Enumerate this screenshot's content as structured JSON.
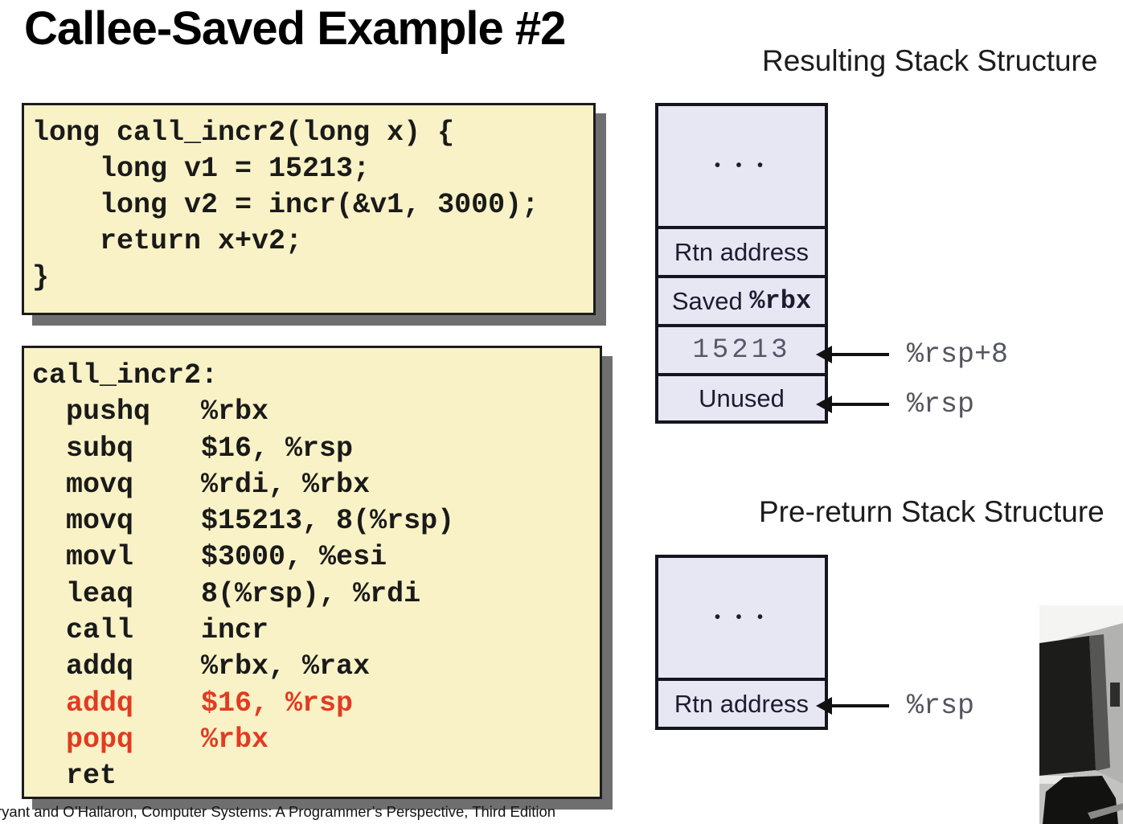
{
  "slide": {
    "title": "Callee-Saved Example #2",
    "footer_attribution": "ryant and O’Hallaron, Computer Systems: A Programmer’s Perspective, Third Edition"
  },
  "c_code_box": {
    "lines": [
      "long call_incr2(long x) {",
      "    long v1 = 15213;",
      "    long v2 = incr(&v1, 3000);",
      "    return x+v2;",
      "}"
    ]
  },
  "asm_code_box": {
    "lines": [
      {
        "text": "call_incr2:",
        "highlight": false
      },
      {
        "text": "  pushq   %rbx",
        "highlight": false
      },
      {
        "text": "  subq    $16, %rsp",
        "highlight": false
      },
      {
        "text": "  movq    %rdi, %rbx",
        "highlight": false
      },
      {
        "text": "  movq    $15213, 8(%rsp)",
        "highlight": false
      },
      {
        "text": "  movl    $3000, %esi",
        "highlight": false
      },
      {
        "text": "  leaq    8(%rsp), %rdi",
        "highlight": false
      },
      {
        "text": "  call    incr",
        "highlight": false
      },
      {
        "text": "  addq    %rbx, %rax",
        "highlight": false
      },
      {
        "text": "  addq    $16, %rsp",
        "highlight": true
      },
      {
        "text": "  popq    %rbx",
        "highlight": true
      },
      {
        "text": "  ret",
        "highlight": false
      }
    ]
  },
  "resulting_stack": {
    "heading": "Resulting Stack Structure",
    "cells": [
      {
        "label": "• • •"
      },
      {
        "label": "Rtn address"
      },
      {
        "label_text": "Saved ",
        "label_reg": "%rbx"
      },
      {
        "label": "15213"
      },
      {
        "label": "Unused"
      }
    ],
    "pointers": [
      {
        "label": "%rsp+8",
        "points_to": "15213"
      },
      {
        "label": "%rsp",
        "points_to": "Unused"
      }
    ]
  },
  "prereturn_stack": {
    "heading": "Pre-return Stack Structure",
    "cells": [
      {
        "label": "• • •"
      },
      {
        "label": "Rtn address"
      }
    ],
    "pointers": [
      {
        "label": "%rsp",
        "points_to": "Rtn address"
      }
    ]
  },
  "colors": {
    "code_box_bg": "#f8f2c6",
    "code_text": "#1a1a1a",
    "highlight_red": "#e23b22",
    "stack_cell_bg": "#e7e7f4",
    "stack_border": "#15151f",
    "pointer_label_gray": "#55555f"
  }
}
